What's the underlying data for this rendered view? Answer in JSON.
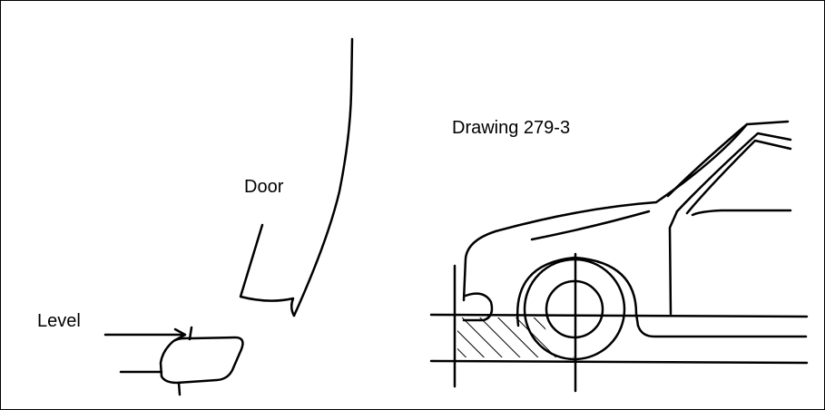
{
  "labels": {
    "level": "Level",
    "door": "Door",
    "drawing": "Drawing 279-3"
  }
}
